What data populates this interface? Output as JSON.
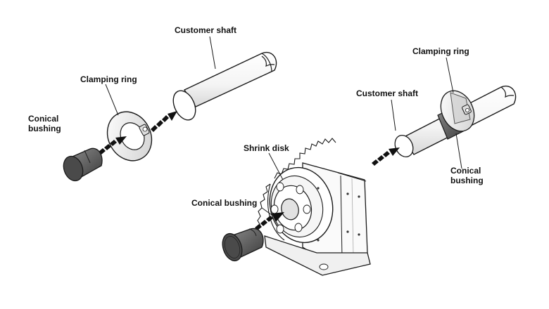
{
  "labels": {
    "customer_shaft_left": "Customer shaft",
    "clamping_ring_left": "Clamping ring",
    "conical_bushing_left_1": "Conical",
    "conical_bushing_left_2": "bushing",
    "shrink_disk": "Shrink disk",
    "conical_bushing_center": "Conical bushing",
    "clamping_ring_right": "Clamping ring",
    "customer_shaft_right": "Customer shaft",
    "conical_bushing_right_1": "Conical",
    "conical_bushing_right_2": "bushing"
  },
  "colors": {
    "line": "#1a1a1a",
    "bushing_dark": "#444444",
    "bushing_mid": "#6b6b6b",
    "part_light": "#f2f2f2",
    "arrow": "#111111"
  }
}
